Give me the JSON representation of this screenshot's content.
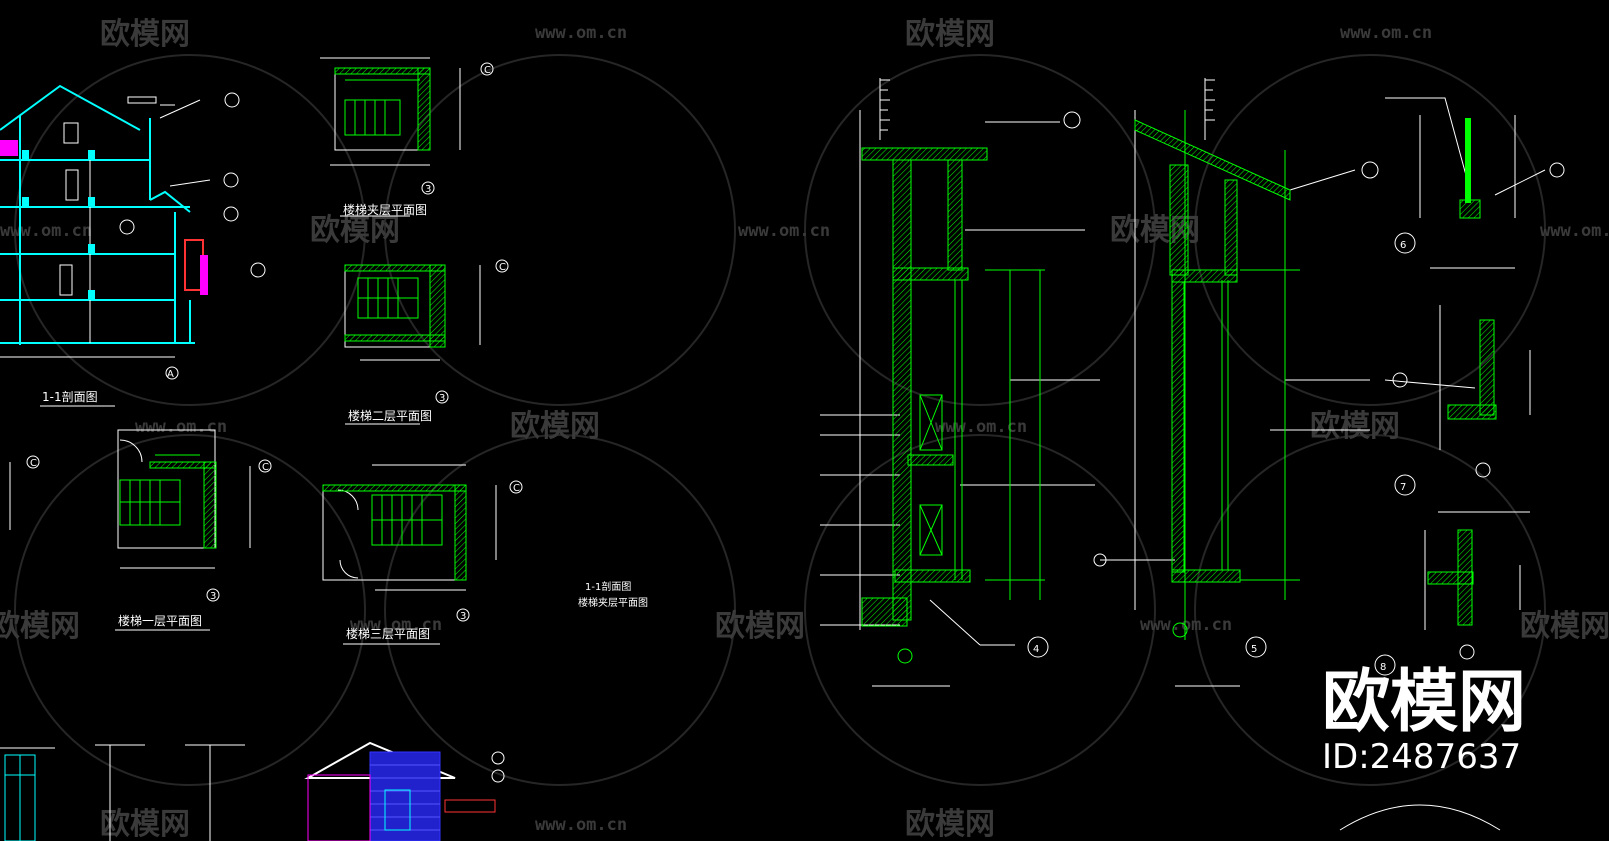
{
  "watermark": {
    "brand": "欧模网",
    "url": "www.om.cn",
    "big_brand": "欧模网",
    "id_text": "ID:2487637"
  },
  "captions": {
    "section_1_1": "1-1剖面图",
    "stair_top_plan": "楼梯夹层平面图",
    "stair_2f_plan": "楼梯二层平面图",
    "stair_1f_plan": "楼梯一层平面图",
    "stair_3f_plan": "楼梯三层平面图",
    "note_line1": "1-1剖面图",
    "note_line2": "楼梯夹层平面图"
  },
  "detail_markers": {
    "d4": "4",
    "d5": "5",
    "d6": "6",
    "d7": "7",
    "d8": "8"
  },
  "axis_markers": {
    "A": "A",
    "C": "C",
    "three": "3"
  },
  "colors": {
    "background": "#000000",
    "green": "#00ff00",
    "cyan": "#00ffff",
    "white": "#ffffff",
    "magenta": "#ff00ff",
    "blue": "#3333ff",
    "red": "#ff3333",
    "yellow": "#ffff00",
    "watermark": "#3a3a3a"
  }
}
